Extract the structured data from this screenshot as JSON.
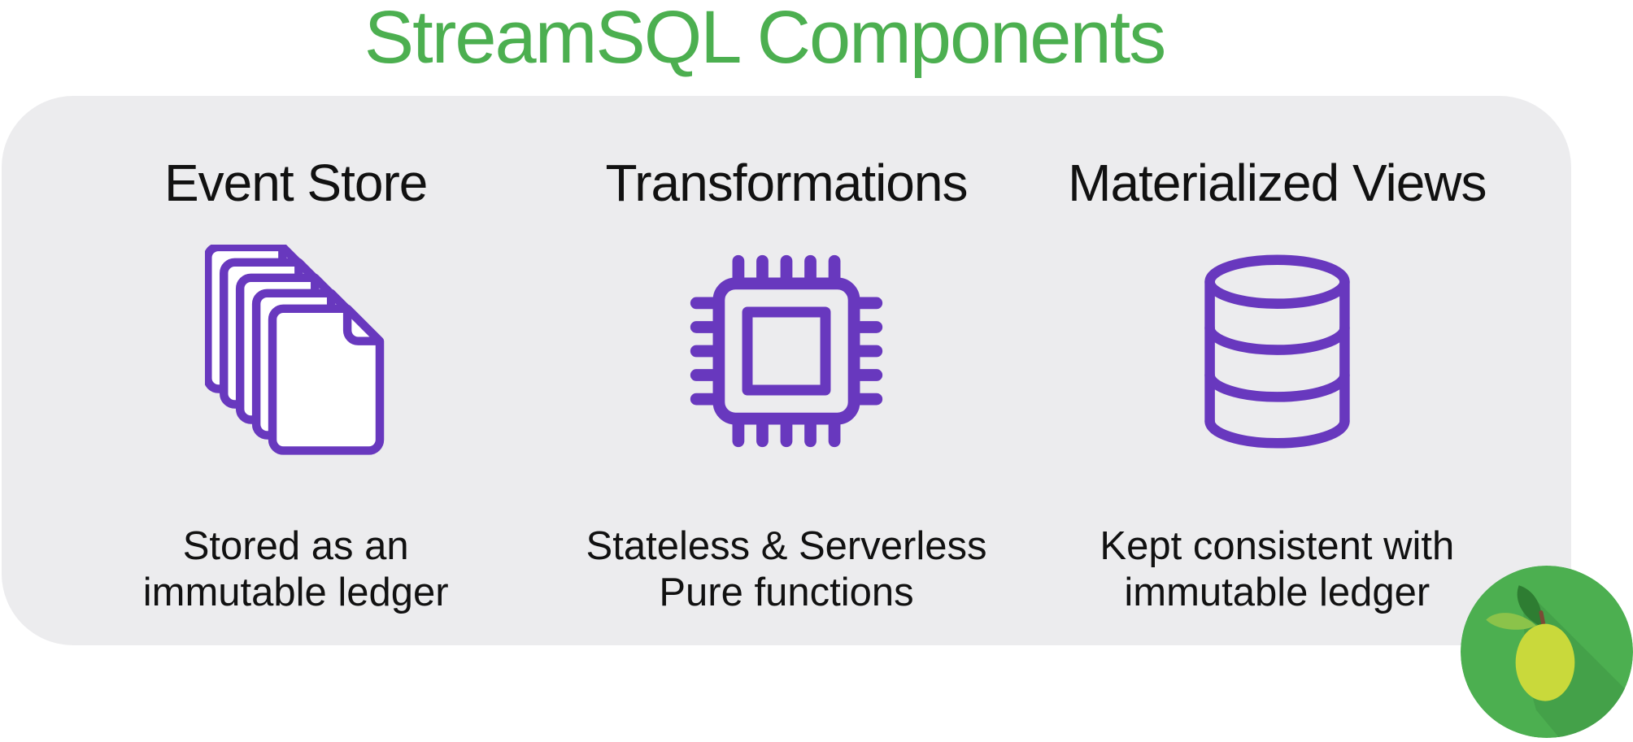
{
  "title": "StreamSQL Components",
  "colors": {
    "green": "#4caf50",
    "purple": "#6838be",
    "card_bg": "#ececee",
    "text": "#111111",
    "logo_base": "#4caf50",
    "logo_shadow": "#44a149",
    "logo_olive": "#c9d93b",
    "logo_leaf_dark": "#2e7d32",
    "logo_leaf_light": "#8bc34a",
    "logo_stem": "#7b4b35"
  },
  "columns": [
    {
      "heading": "Event Store",
      "icon": "document-stack-icon",
      "caption": "Stored as an\nimmutable ledger"
    },
    {
      "heading": "Transformations",
      "icon": "cpu-chip-icon",
      "caption": "Stateless & Serverless\nPure functions"
    },
    {
      "heading": "Materialized Views",
      "icon": "database-icon",
      "caption": "Kept consistent with\nimmutable ledger"
    }
  ],
  "logo": {
    "name": "streamsql-olive-logo"
  }
}
